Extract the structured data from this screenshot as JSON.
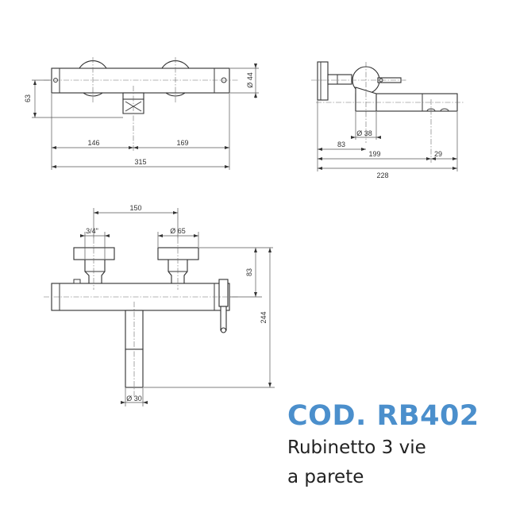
{
  "product": {
    "code": "COD. RB402",
    "description_line1": "Rubinetto 3 vie",
    "description_line2": "a parete",
    "accent_color": "#4b8fcc"
  },
  "front_view": {
    "dim_height": "63",
    "dim_left": "146",
    "dim_right": "169",
    "dim_total": "315",
    "dim_diameter": "Ø 44"
  },
  "side_view": {
    "dim_inlet_diameter": "Ø 38",
    "dim_depth": "83",
    "dim_spout": "199",
    "dim_outlet": "29",
    "dim_total": "228"
  },
  "bottom_view": {
    "dim_centers": "150",
    "dim_thread": "3/4\"",
    "dim_flange": "Ø 65",
    "dim_connection": "83",
    "dim_height": "244",
    "dim_pipe_diameter": "Ø 30"
  }
}
